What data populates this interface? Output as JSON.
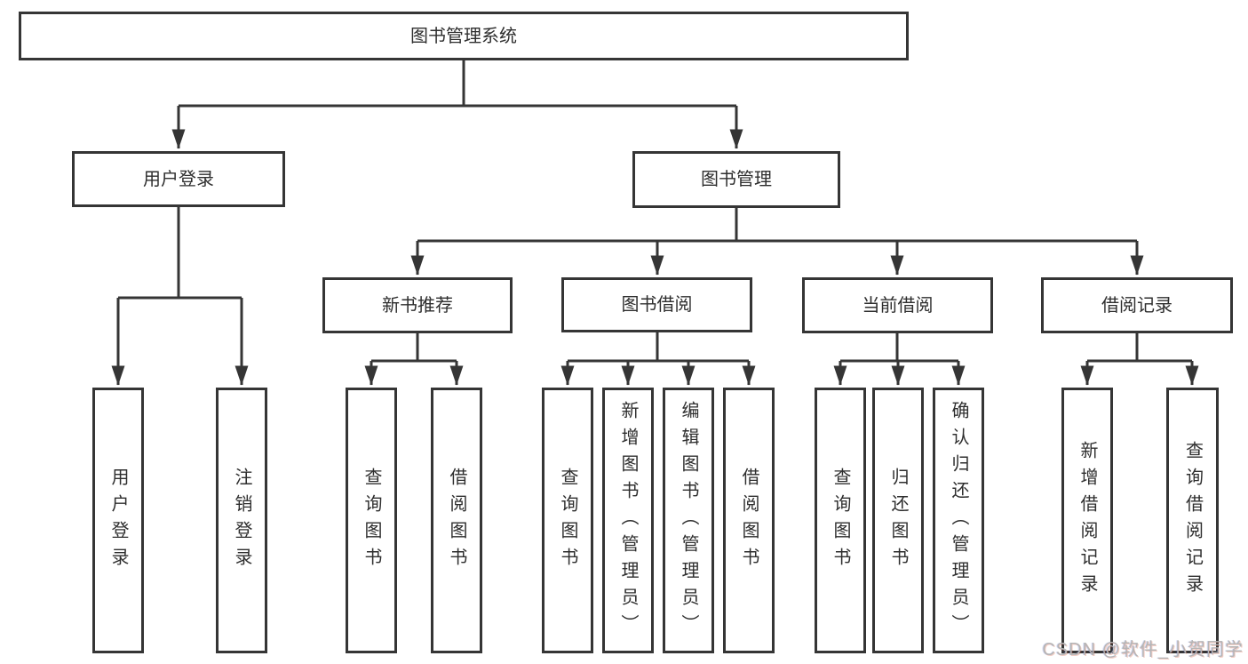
{
  "diagram": {
    "root": {
      "label": "图书管理系统",
      "children": [
        {
          "label": "用户登录",
          "children": [
            {
              "label": "用户登录"
            },
            {
              "label": "注销登录"
            }
          ]
        },
        {
          "label": "图书管理",
          "children": [
            {
              "label": "新书推荐",
              "children": [
                {
                  "label": "查询图书"
                },
                {
                  "label": "借阅图书"
                }
              ]
            },
            {
              "label": "图书借阅",
              "children": [
                {
                  "label": "查询图书"
                },
                {
                  "label": "新增图书（管理员）"
                },
                {
                  "label": "编辑图书（管理员）"
                },
                {
                  "label": "借阅图书"
                }
              ]
            },
            {
              "label": "当前借阅",
              "children": [
                {
                  "label": "查询图书"
                },
                {
                  "label": "归还图书"
                },
                {
                  "label": "确认归还（管理员）"
                }
              ]
            },
            {
              "label": "借阅记录",
              "children": [
                {
                  "label": "新增借阅记录"
                },
                {
                  "label": "查询借阅记录"
                }
              ]
            }
          ]
        }
      ]
    },
    "watermark": "CSDN @软件_小贺同学",
    "colors": {
      "line": "#353535",
      "box_border": "#353535",
      "box_background": "#ffffff",
      "text": "#2e2e2e",
      "watermark_text": "#b5b5b5"
    }
  }
}
